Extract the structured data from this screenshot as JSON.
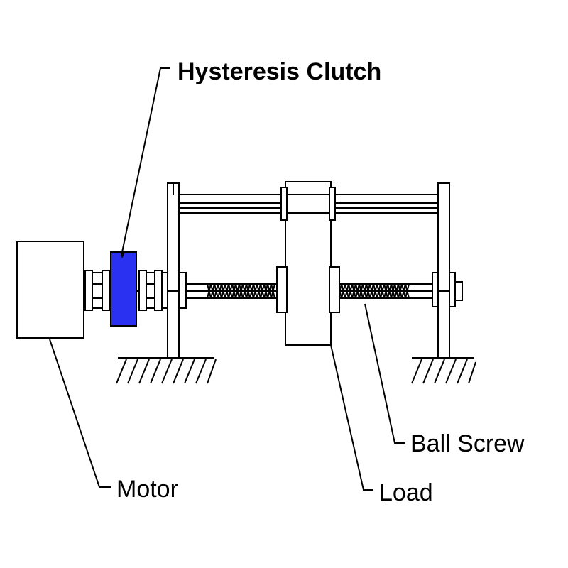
{
  "labels": {
    "hysteresis_clutch": "Hysteresis Clutch",
    "motor": "Motor",
    "load": "Load",
    "ball_screw": "Ball Screw"
  },
  "colors": {
    "clutch": "#2b31f0",
    "line": "#000000",
    "background": "#ffffff"
  }
}
